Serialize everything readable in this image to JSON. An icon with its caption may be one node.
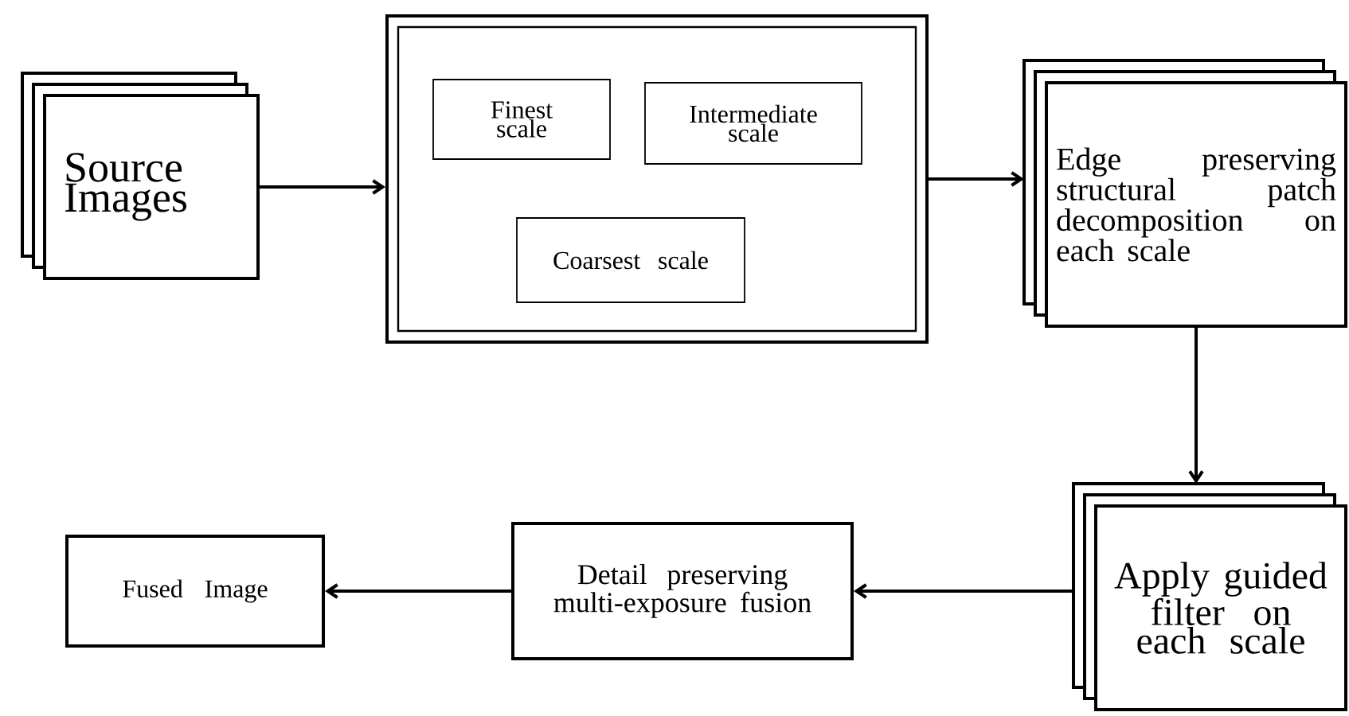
{
  "diagram": {
    "nodes": [
      {
        "text": [
          "Source Images"
        ]
      },
      {
        "text": [],
        "shape": "box"
      },
      {
        "text": [
          "Finest scale"
        ],
        "in": 1
      },
      {
        "text": [
          "Intermediate scale"
        ],
        "in": 1
      },
      {
        "text": [
          "Coarsest scale"
        ],
        "in": 1
      },
      {
        "text": [
          "Edge preserving structural patch decomposition on each scale"
        ]
      },
      {
        "text": [
          "Apply guided filter on each scale"
        ]
      },
      {
        "text": [
          "Detail preserving multi-exposure fusion"
        ]
      },
      {
        "text": [
          "Fused Image"
        ]
      }
    ],
    "edges": [
      {
        "from": 0,
        "to": 1,
        "arrow": "to"
      },
      {
        "from": 1,
        "to": 5,
        "arrow": "to"
      },
      {
        "from": 5,
        "to": 6,
        "arrow": "to"
      },
      {
        "from": 6,
        "to": 7,
        "arrow": "to"
      },
      {
        "from": 7,
        "to": 8,
        "arrow": "to"
      }
    ]
  }
}
